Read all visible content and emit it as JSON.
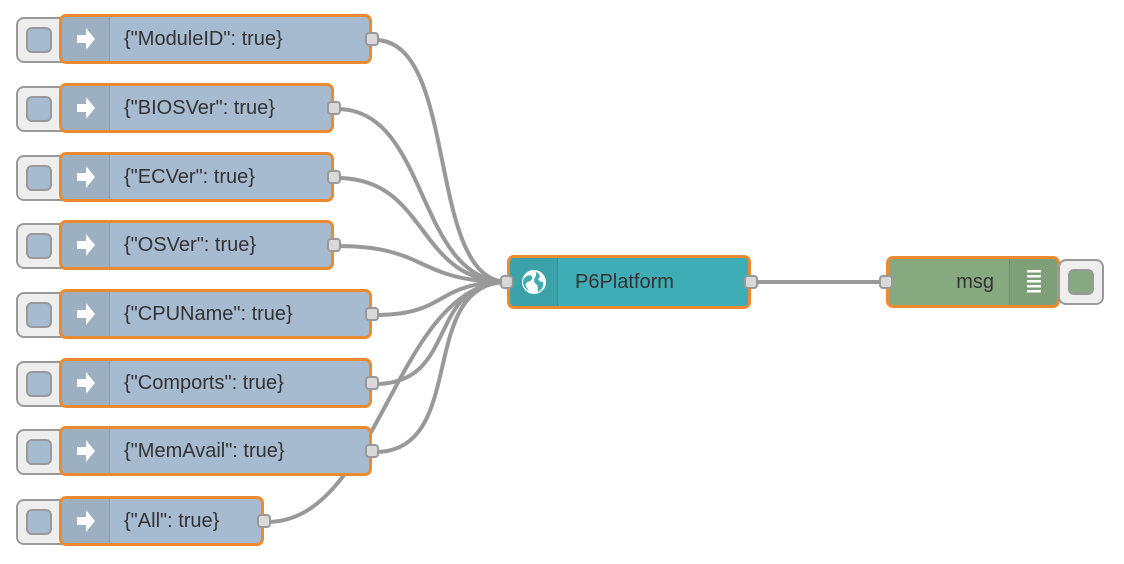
{
  "flow": {
    "inject_nodes": [
      {
        "label": "{\"ModuleID\": true}"
      },
      {
        "label": "{\"BIOSVer\": true}"
      },
      {
        "label": "{\"ECVer\": true}"
      },
      {
        "label": "{\"OSVer\": true}"
      },
      {
        "label": "{\"CPUName\": true}"
      },
      {
        "label": "{\"Comports\": true}"
      },
      {
        "label": "{\"MemAvail\": true}"
      },
      {
        "label": "{\"All\": true}"
      }
    ],
    "http_node": {
      "label": "P6Platform",
      "icon": "globe-icon"
    },
    "debug_node": {
      "label": "msg",
      "icon": "debug-list-icon"
    },
    "icons": {
      "inject": "inject-arrow-icon"
    },
    "colors": {
      "inject": "#a6bbcf",
      "http": "#3fadb5",
      "debug": "#87a980",
      "border": "#ec8a2f",
      "wire": "#999999"
    }
  }
}
